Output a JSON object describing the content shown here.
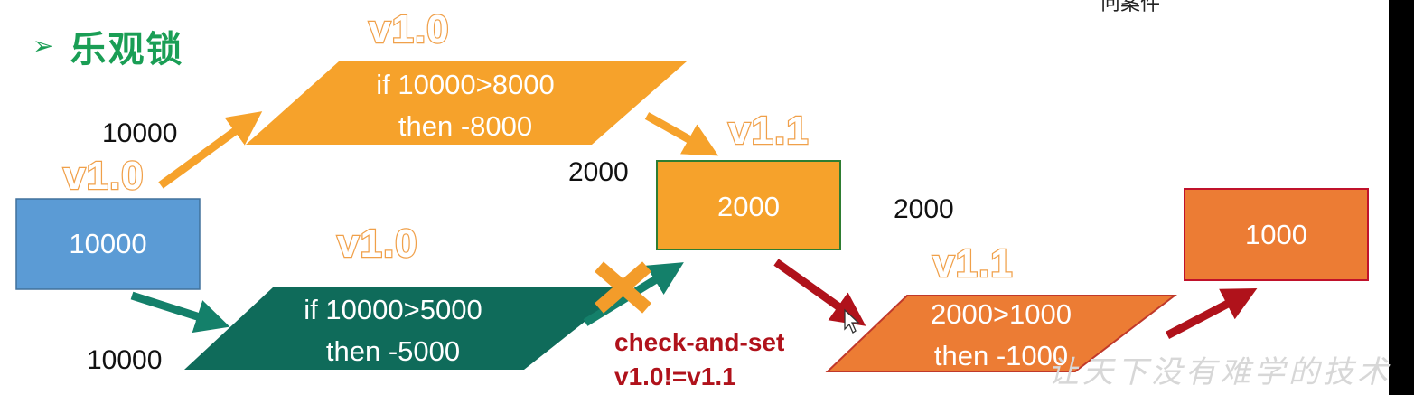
{
  "top_snippet": "冋案件",
  "title": {
    "bullet": "➢",
    "text": "乐观锁"
  },
  "labels": {
    "v_top": "v1.0",
    "v_left": "v1.0",
    "v_mid_low": "v1.0",
    "v_box2000": "v1.1",
    "v_para3": "v1.1",
    "n_top_left": "10000",
    "n_bottom_left": "10000",
    "n_2000_left": "2000",
    "n_2000_right": "2000"
  },
  "boxes": {
    "start": "10000",
    "mid": "2000",
    "end": "1000"
  },
  "parallelograms": {
    "orange_top": [
      "if 10000>8000",
      "then -8000"
    ],
    "green_bottom": [
      "if 10000>5000",
      "then -5000"
    ],
    "orange_right": [
      "2000>1000",
      "then -1000"
    ]
  },
  "check_and_set": [
    "check-and-set",
    "v1.0!=v1.1"
  ],
  "watermark": "让天下没有难学的技术",
  "colors": {
    "title_green": "#1a9e55",
    "orange": "#f6a22b",
    "dark_orange": "#ec7c34",
    "blue": "#5b9bd5",
    "teal": "#0f6b5a",
    "red": "#b0121b",
    "cross": "#f39c2a"
  }
}
